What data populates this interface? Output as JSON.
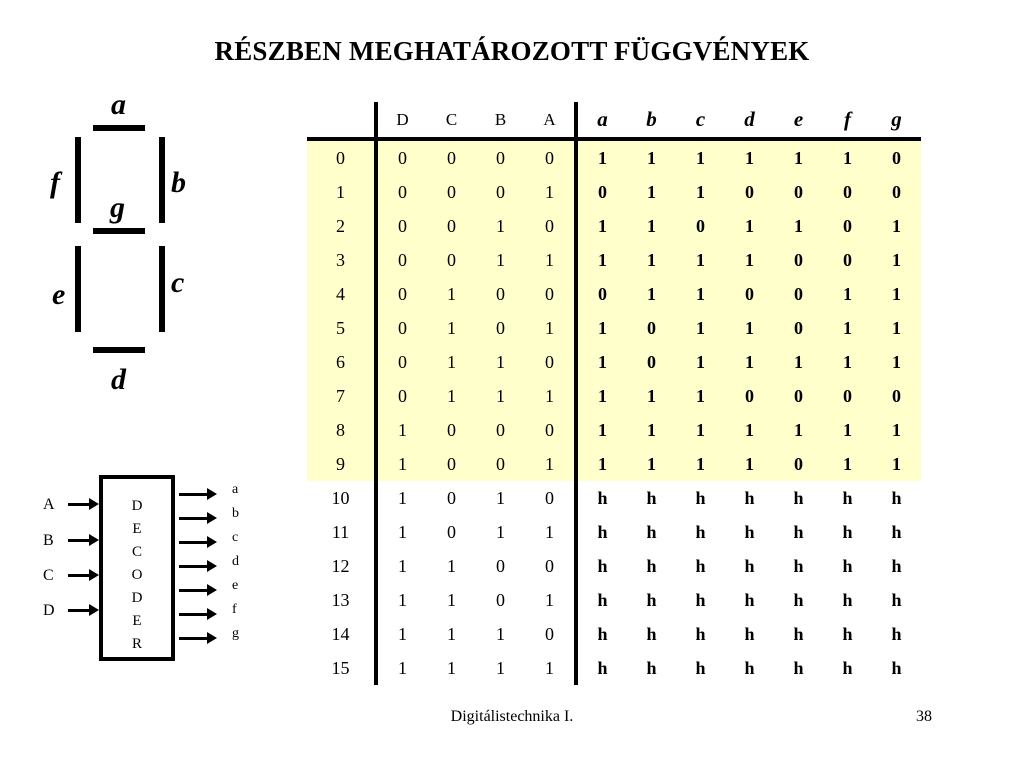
{
  "slide": {
    "title": "RÉSZBEN MEGHATÁROZOTT FÜGGVÉNYEK",
    "footer": "Digitálistechnika I.",
    "page_number": "38"
  },
  "segment_display": {
    "labels": {
      "a": "a",
      "b": "b",
      "c": "c",
      "d": "d",
      "e": "e",
      "f": "f",
      "g": "g"
    }
  },
  "decoder": {
    "letters": [
      "D",
      "E",
      "C",
      "O",
      "D",
      "E",
      "R"
    ],
    "inputs": [
      "A",
      "B",
      "C",
      "D"
    ],
    "outputs": [
      "a",
      "b",
      "c",
      "d",
      "e",
      "f",
      "g"
    ]
  },
  "truth_table": {
    "input_headers": [
      "D",
      "C",
      "B",
      "A"
    ],
    "output_headers": [
      "a",
      "b",
      "c",
      "d",
      "e",
      "f",
      "g"
    ],
    "highlighted_rows": 10,
    "rows": [
      [
        "0",
        "0",
        "0",
        "0",
        "0",
        "1",
        "1",
        "1",
        "1",
        "1",
        "1",
        "0"
      ],
      [
        "1",
        "0",
        "0",
        "0",
        "1",
        "0",
        "1",
        "1",
        "0",
        "0",
        "0",
        "0"
      ],
      [
        "2",
        "0",
        "0",
        "1",
        "0",
        "1",
        "1",
        "0",
        "1",
        "1",
        "0",
        "1"
      ],
      [
        "3",
        "0",
        "0",
        "1",
        "1",
        "1",
        "1",
        "1",
        "1",
        "0",
        "0",
        "1"
      ],
      [
        "4",
        "0",
        "1",
        "0",
        "0",
        "0",
        "1",
        "1",
        "0",
        "0",
        "1",
        "1"
      ],
      [
        "5",
        "0",
        "1",
        "0",
        "1",
        "1",
        "0",
        "1",
        "1",
        "0",
        "1",
        "1"
      ],
      [
        "6",
        "0",
        "1",
        "1",
        "0",
        "1",
        "0",
        "1",
        "1",
        "1",
        "1",
        "1"
      ],
      [
        "7",
        "0",
        "1",
        "1",
        "1",
        "1",
        "1",
        "1",
        "0",
        "0",
        "0",
        "0"
      ],
      [
        "8",
        "1",
        "0",
        "0",
        "0",
        "1",
        "1",
        "1",
        "1",
        "1",
        "1",
        "1"
      ],
      [
        "9",
        "1",
        "0",
        "0",
        "1",
        "1",
        "1",
        "1",
        "1",
        "0",
        "1",
        "1"
      ],
      [
        "10",
        "1",
        "0",
        "1",
        "0",
        "h",
        "h",
        "h",
        "h",
        "h",
        "h",
        "h"
      ],
      [
        "11",
        "1",
        "0",
        "1",
        "1",
        "h",
        "h",
        "h",
        "h",
        "h",
        "h",
        "h"
      ],
      [
        "12",
        "1",
        "1",
        "0",
        "0",
        "h",
        "h",
        "h",
        "h",
        "h",
        "h",
        "h"
      ],
      [
        "13",
        "1",
        "1",
        "0",
        "1",
        "h",
        "h",
        "h",
        "h",
        "h",
        "h",
        "h"
      ],
      [
        "14",
        "1",
        "1",
        "1",
        "0",
        "h",
        "h",
        "h",
        "h",
        "h",
        "h",
        "h"
      ],
      [
        "15",
        "1",
        "1",
        "1",
        "1",
        "h",
        "h",
        "h",
        "h",
        "h",
        "h",
        "h"
      ]
    ]
  }
}
